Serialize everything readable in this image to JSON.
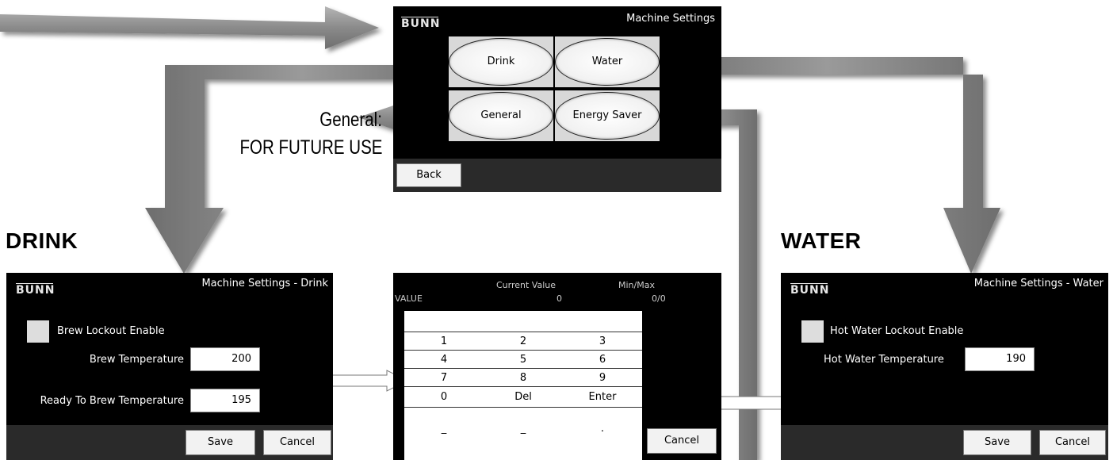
{
  "brand": "BUNN",
  "main_screen": {
    "title": "Machine Settings",
    "buttons": {
      "drink": "Drink",
      "water": "Water",
      "general": "General",
      "energy_saver": "Energy Saver"
    },
    "back": "Back"
  },
  "annotations": {
    "general_note_line1": "General:",
    "general_note_line2": "FOR FUTURE USE",
    "drink_header": "DRINK",
    "water_header": "WATER"
  },
  "drink_screen": {
    "title": "Machine Settings - Drink",
    "lockout_label": "Brew Lockout Enable",
    "brew_temp_label": "Brew Temperature",
    "brew_temp_value": "200",
    "ready_temp_label": "Ready To Brew Temperature",
    "ready_temp_value": "195",
    "save": "Save",
    "cancel": "Cancel"
  },
  "keypad_screen": {
    "value_label": "VALUE",
    "current_value_header": "Current Value",
    "current_value": "0",
    "minmax_header": "Min/Max",
    "minmax_value": "0/0",
    "keys": [
      [
        "1",
        "2",
        "3"
      ],
      [
        "4",
        "5",
        "6"
      ],
      [
        "7",
        "8",
        "9"
      ],
      [
        "0",
        "Del",
        "Enter"
      ],
      [
        "_",
        "_",
        "."
      ]
    ],
    "cancel": "Cancel"
  },
  "water_screen": {
    "title": "Machine Settings - Water",
    "lockout_label": "Hot Water Lockout Enable",
    "temp_label": "Hot Water Temperature",
    "temp_value": "190",
    "save": "Save",
    "cancel": "Cancel"
  }
}
